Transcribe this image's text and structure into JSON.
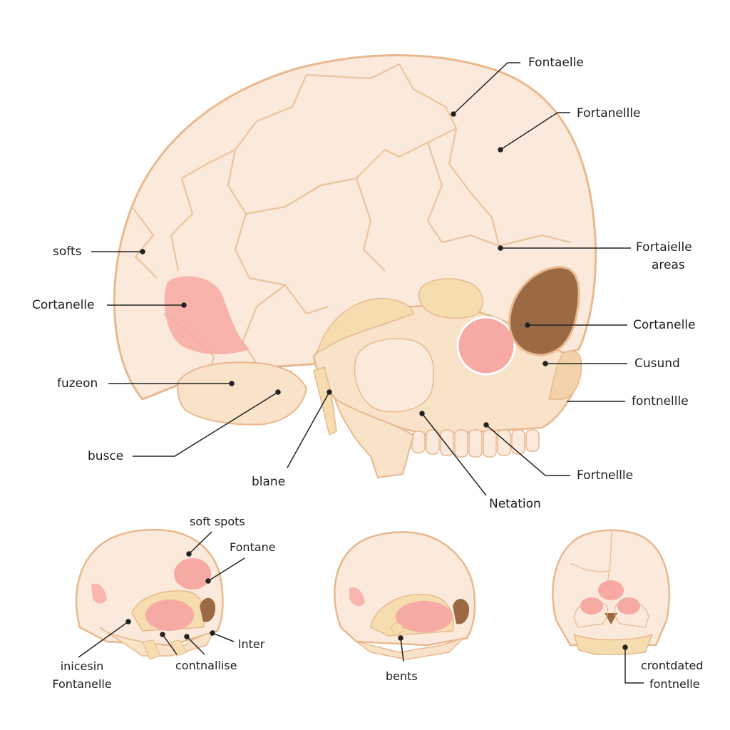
{
  "colors": {
    "bone": "#fbeadb",
    "bone_outline": "#e9b88e",
    "suture": "#ecc39d",
    "fontanelle_pink": "#f7a9a4",
    "bone_yellow": "#f6ddb0",
    "orbit_dark": "#9a6a45",
    "leader_line": "#222222"
  },
  "main_diagram": {
    "labels": {
      "fontaelle_top": "Fontaelle",
      "fortanellle": "Fortanellle",
      "fortaielle": "Fortaielle",
      "areas": "areas",
      "cortanelle_right": "Cortanelle",
      "cusund": "Cusund",
      "fontnellle_right": "fontnellle",
      "fortnellle": "Fortnellle",
      "netation": "Netation",
      "blane": "blane",
      "busce": "busce",
      "fuzeon": "fuzeon",
      "cortanelle_left": "Cortanelle",
      "softs": "softs"
    }
  },
  "small_diagrams": {
    "left": {
      "soft_spots": "soft spots",
      "fontane": "Fontane",
      "lnter": "lnter",
      "contnallise": "contnallise",
      "inicesin": "inicesin",
      "fontanelle": "Fontanelle"
    },
    "middle": {
      "bents": "bents"
    },
    "right": {
      "crontdated": "crontdated",
      "fontnelle": "fontnelle"
    }
  }
}
